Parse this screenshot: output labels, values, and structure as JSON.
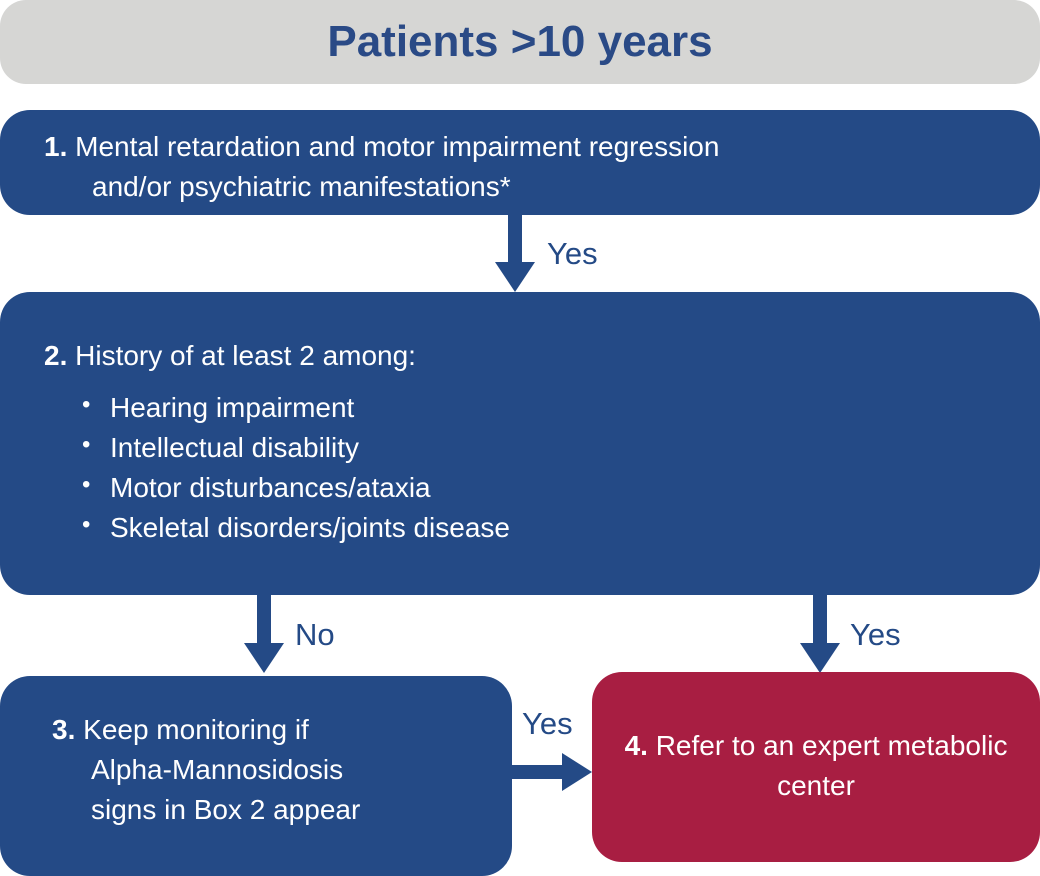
{
  "header": {
    "title": "Patients >10 years",
    "background_color": "#d6d6d4",
    "text_color": "#2a4a86"
  },
  "colors": {
    "blue": "#244a86",
    "red": "#a81e42",
    "gray": "#d6d6d4",
    "white": "#ffffff"
  },
  "boxes": {
    "box1": {
      "number": "1.",
      "line1": " Mental retardation and motor impairment regression",
      "line2": "and/or psychiatric manifestations*",
      "color": "#244a86"
    },
    "box2": {
      "number": "2.",
      "heading": " History of at least 2 among:",
      "bullets": [
        "Hearing impairment",
        "Intellectual disability",
        "Motor disturbances/ataxia",
        "Skeletal disorders/joints disease"
      ],
      "color": "#244a86"
    },
    "box3": {
      "number": "3.",
      "line1": " Keep monitoring if",
      "line2": "Alpha-Mannosidosis",
      "line3": "signs in Box 2 appear",
      "color": "#244a86"
    },
    "box4": {
      "number": "4.",
      "text": " Refer to an expert metabolic center",
      "color": "#a81e42"
    }
  },
  "edges": {
    "box1_to_box2": "Yes",
    "box2_to_box3": "No",
    "box2_to_box4": "Yes",
    "box3_to_box4": "Yes"
  }
}
